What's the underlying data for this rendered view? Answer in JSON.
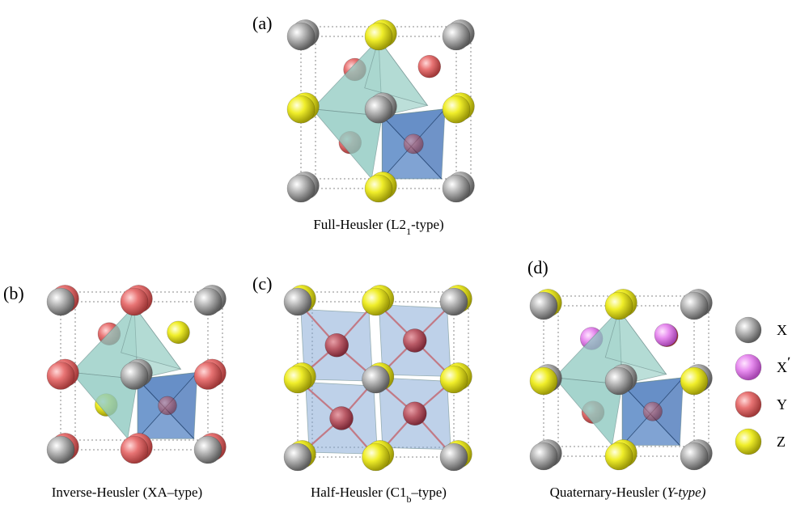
{
  "colors": {
    "X": "#9a9a9a",
    "X_prime": "#e07be8",
    "Y": "#e06a6a",
    "Z": "#e8e61c",
    "teal_face": "#8fc9c0",
    "blue_face": "#3f6fb5",
    "edge": "#555555"
  },
  "panels": [
    {
      "id": "a",
      "letter": "(a)",
      "caption_main": "Full-Heusler (L2",
      "caption_sub": "1",
      "caption_tail": "-type)"
    },
    {
      "id": "b",
      "letter": "(b)",
      "caption_main": "Inverse-Heusler (XA–type)",
      "caption_sub": "",
      "caption_tail": ""
    },
    {
      "id": "c",
      "letter": "(c)",
      "caption_main": "Half-Heusler (C1",
      "caption_sub": "b",
      "caption_tail": "–type)"
    },
    {
      "id": "d",
      "letter": "(d)",
      "caption_main": "Quaternary-Heusler (",
      "caption_italic": "Y-type)",
      "caption_sub": "",
      "caption_tail": ""
    }
  ],
  "legend": [
    {
      "key": "X",
      "label": "X",
      "color_key": "X"
    },
    {
      "key": "X_prime",
      "label": "X",
      "prime": "ʹ",
      "color_key": "X_prime"
    },
    {
      "key": "Y",
      "label": "Y",
      "color_key": "Y"
    },
    {
      "key": "Z",
      "label": "Z",
      "color_key": "Z"
    }
  ]
}
